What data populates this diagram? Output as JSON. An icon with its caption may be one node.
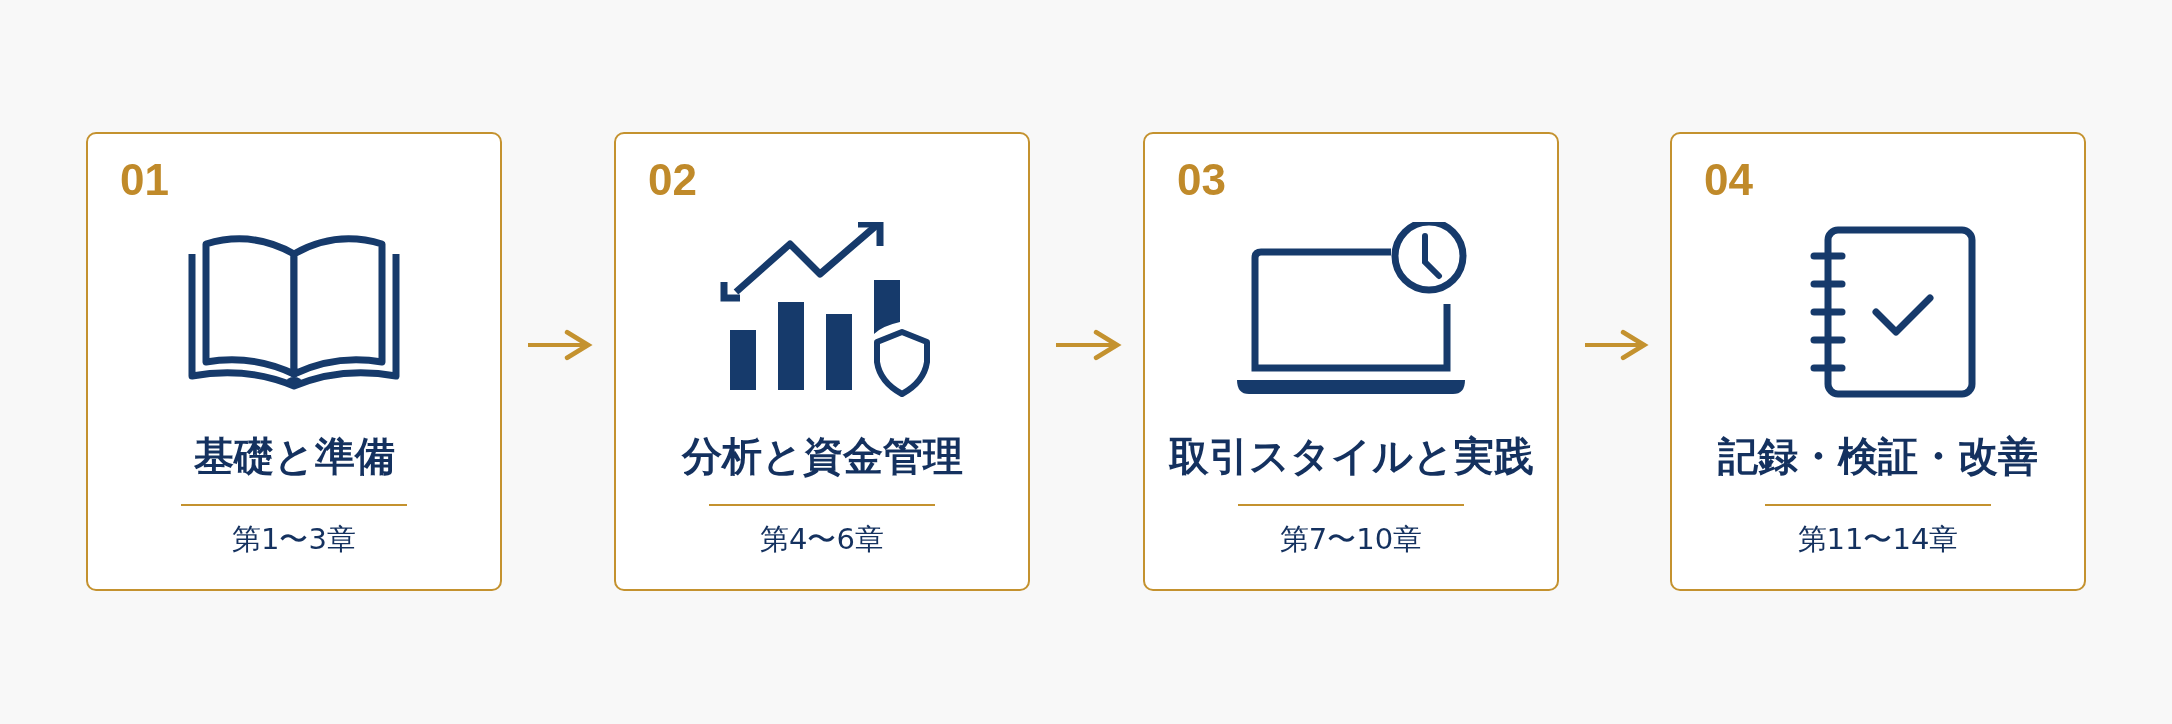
{
  "diagram": {
    "nodes": [
      {
        "text": [
          "01",
          "基礎と準備",
          "第1〜3章"
        ]
      },
      {
        "text": [
          "02",
          "分析と資金管理",
          "第4〜6章"
        ]
      },
      {
        "text": [
          "03",
          "取引スタイルと実践",
          "第7〜10章"
        ]
      },
      {
        "text": [
          "04",
          "記録・検証・改善",
          "第11〜14章"
        ]
      }
    ],
    "edges": [
      {
        "from": 0,
        "to": 1,
        "arrow": "to"
      },
      {
        "from": 1,
        "to": 2,
        "arrow": "to"
      },
      {
        "from": 2,
        "to": 3,
        "arrow": "to"
      }
    ]
  }
}
